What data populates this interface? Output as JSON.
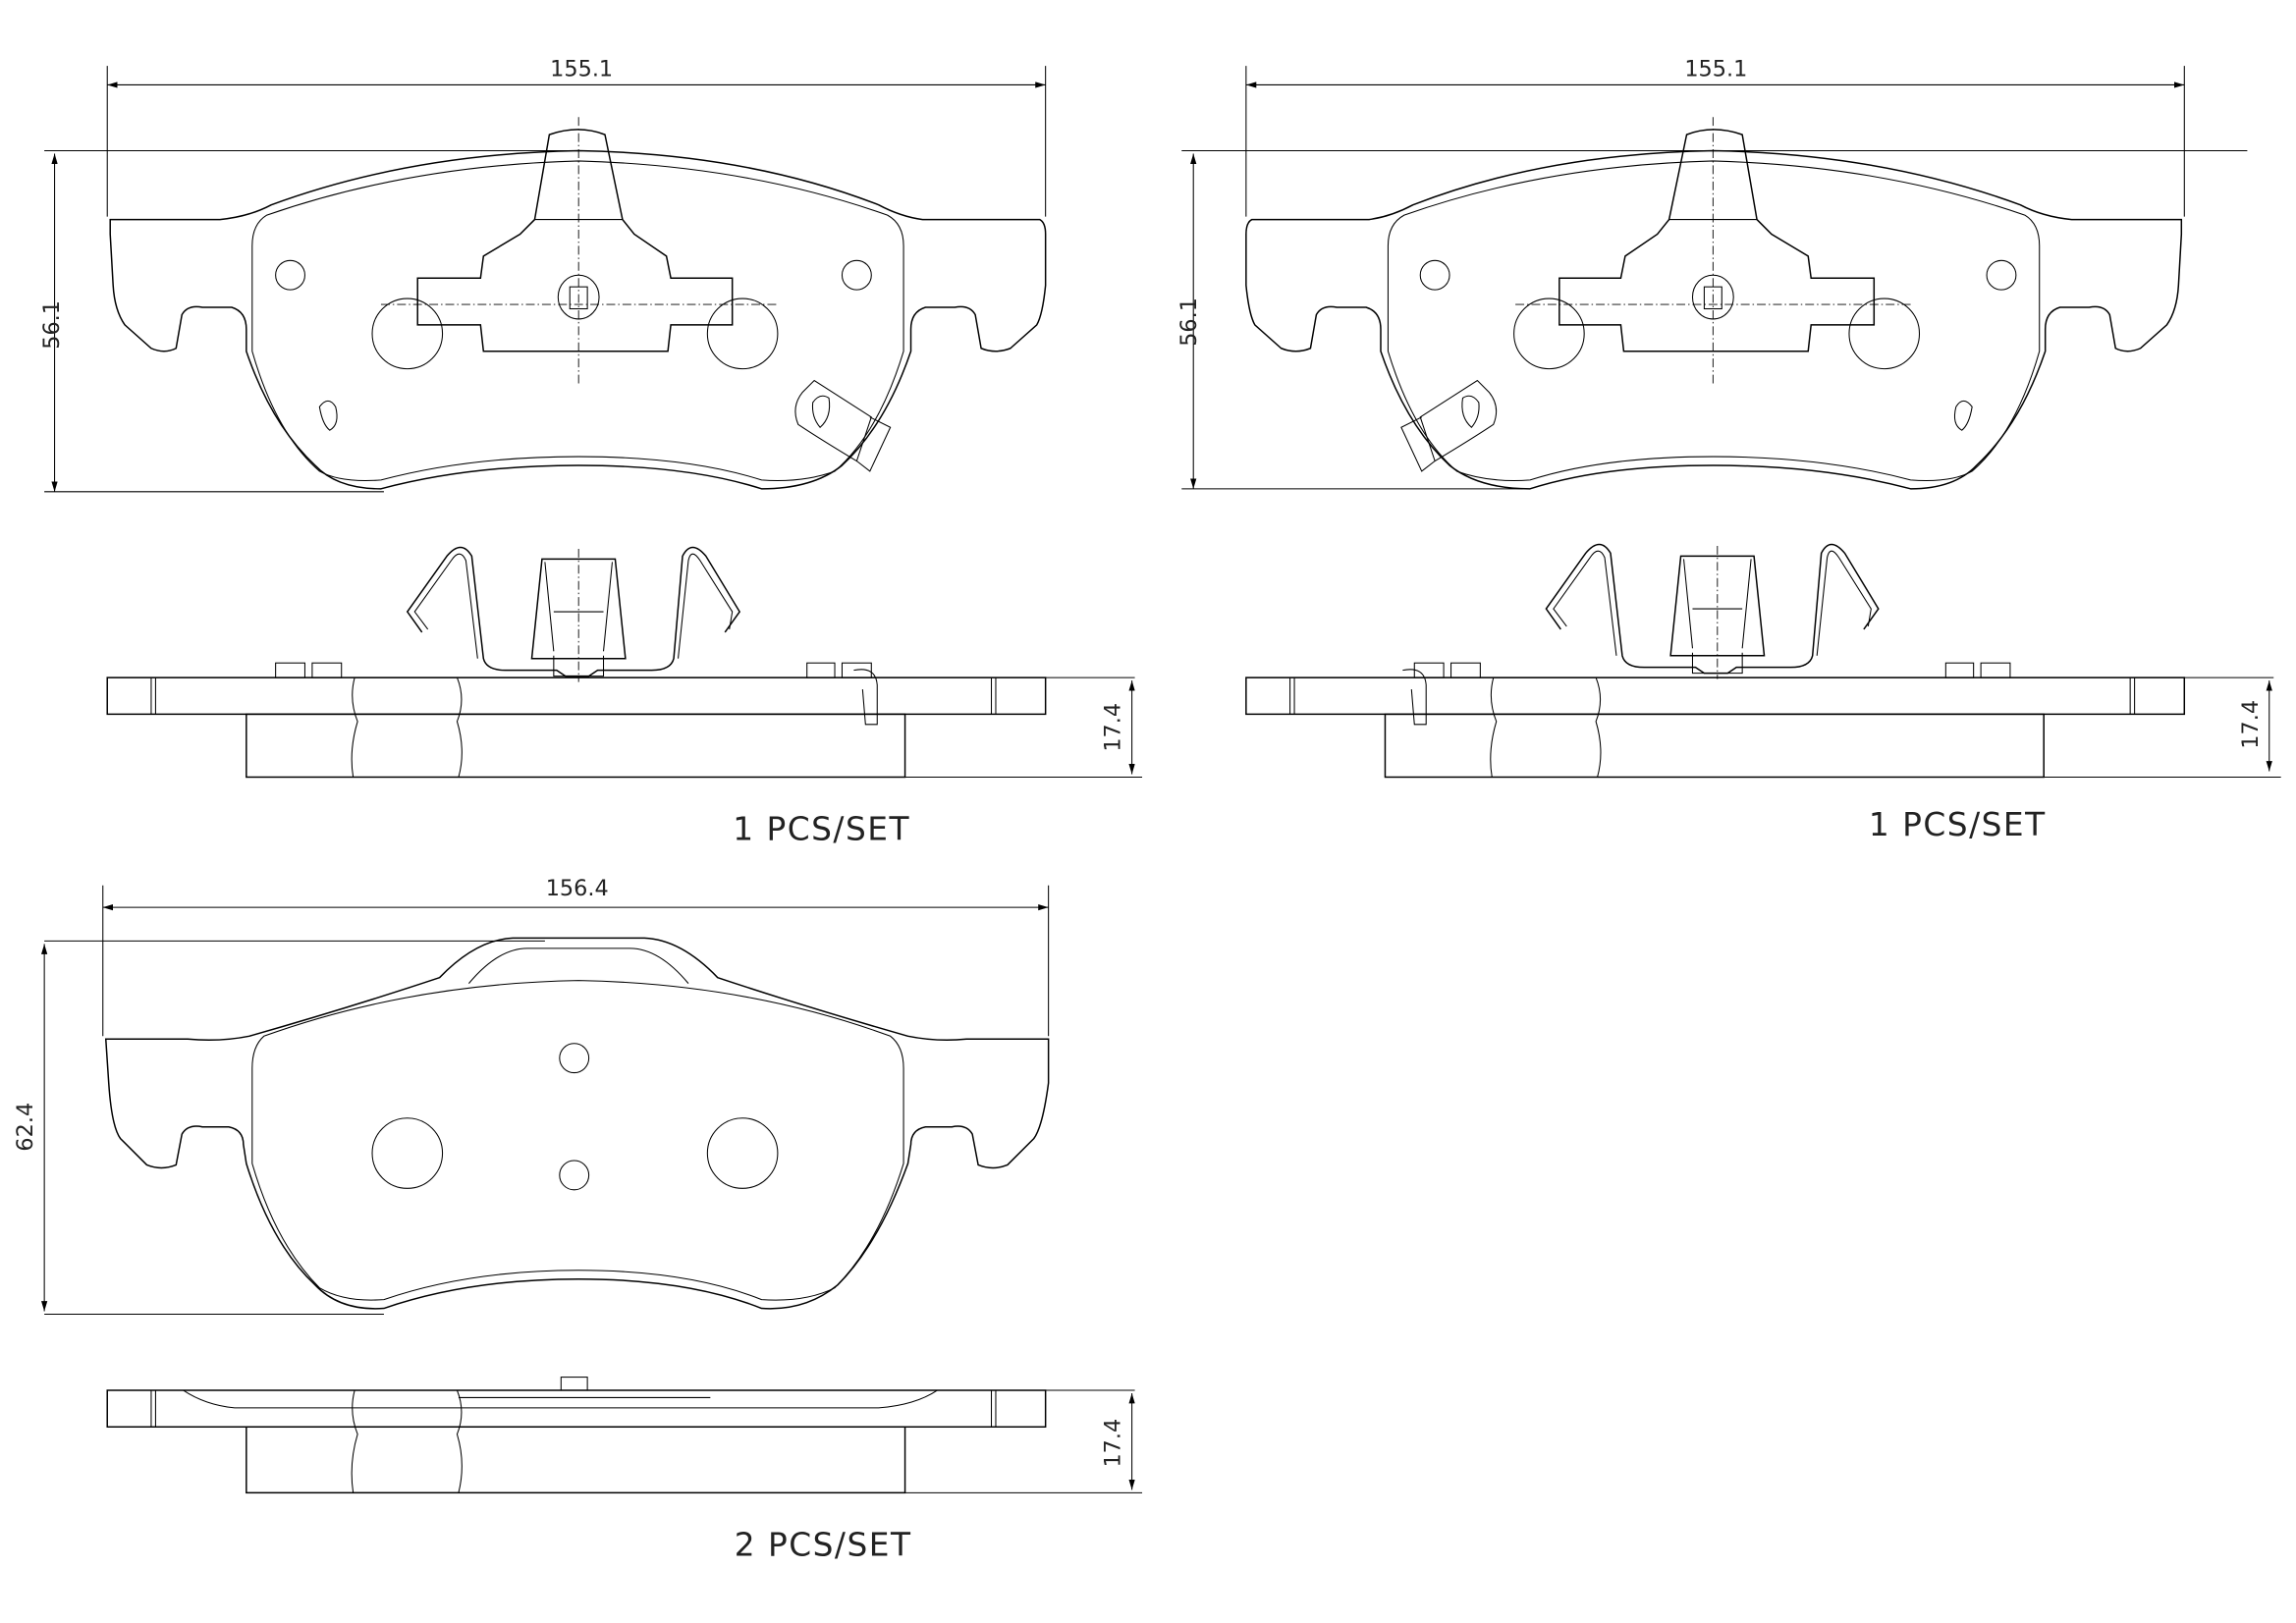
{
  "drawings": [
    {
      "name": "pad-1",
      "width_dim": "155.1",
      "height_dim": "56.1",
      "thickness_dim": "17.4",
      "quantity": "1 PCS/SET"
    },
    {
      "name": "pad-2",
      "width_dim": "155.1",
      "height_dim": "56.1",
      "thickness_dim": "17.4",
      "quantity": "1 PCS/SET"
    },
    {
      "name": "pad-3",
      "width_dim": "156.4",
      "height_dim": "62.4",
      "thickness_dim": "17.4",
      "quantity": "2 PCS/SET"
    }
  ],
  "colors": {
    "line": "#000000",
    "background": "#ffffff"
  }
}
